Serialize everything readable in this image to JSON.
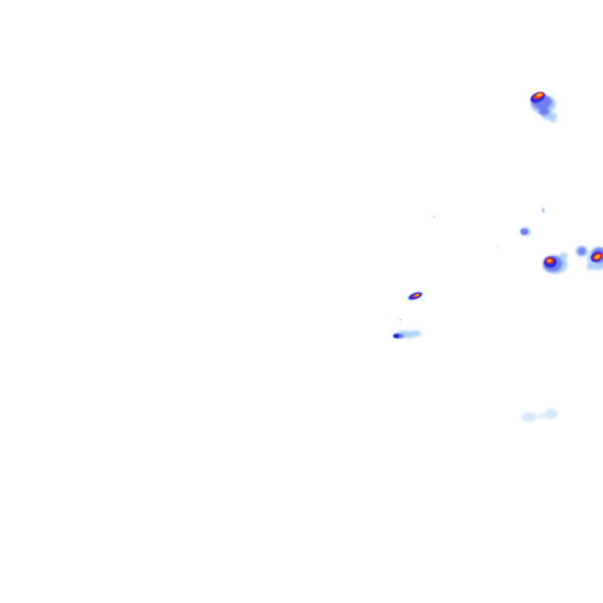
{
  "map": {
    "type": "weather-radar-overlay",
    "background_color": "#ffffff",
    "intensity_palette": {
      "very_light": "#cfe6fb",
      "light": "#a8ccf7",
      "moderate": "#6f7ef0",
      "heavy": "#2b2bd8",
      "very_heavy": "#ff2a2a",
      "extreme": "#ffb000"
    },
    "echo_levels": [
      "very_light",
      "light",
      "moderate",
      "heavy",
      "very_heavy",
      "extreme"
    ]
  }
}
